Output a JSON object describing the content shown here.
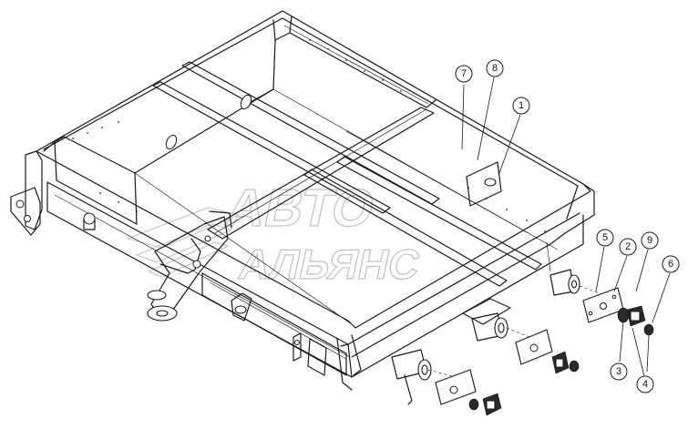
{
  "watermark": {
    "line1": "АВТО",
    "line2": "АЛЬЯНС"
  },
  "callouts": [
    {
      "label": "7"
    },
    {
      "label": "8"
    },
    {
      "label": "1"
    },
    {
      "label": "5"
    },
    {
      "label": "2"
    },
    {
      "label": "9"
    },
    {
      "label": "6"
    },
    {
      "label": "3"
    },
    {
      "label": "4"
    }
  ],
  "colors": {
    "lines": "#1a1a1a",
    "watermark": "#b9b9b9",
    "background": "#ffffff"
  }
}
